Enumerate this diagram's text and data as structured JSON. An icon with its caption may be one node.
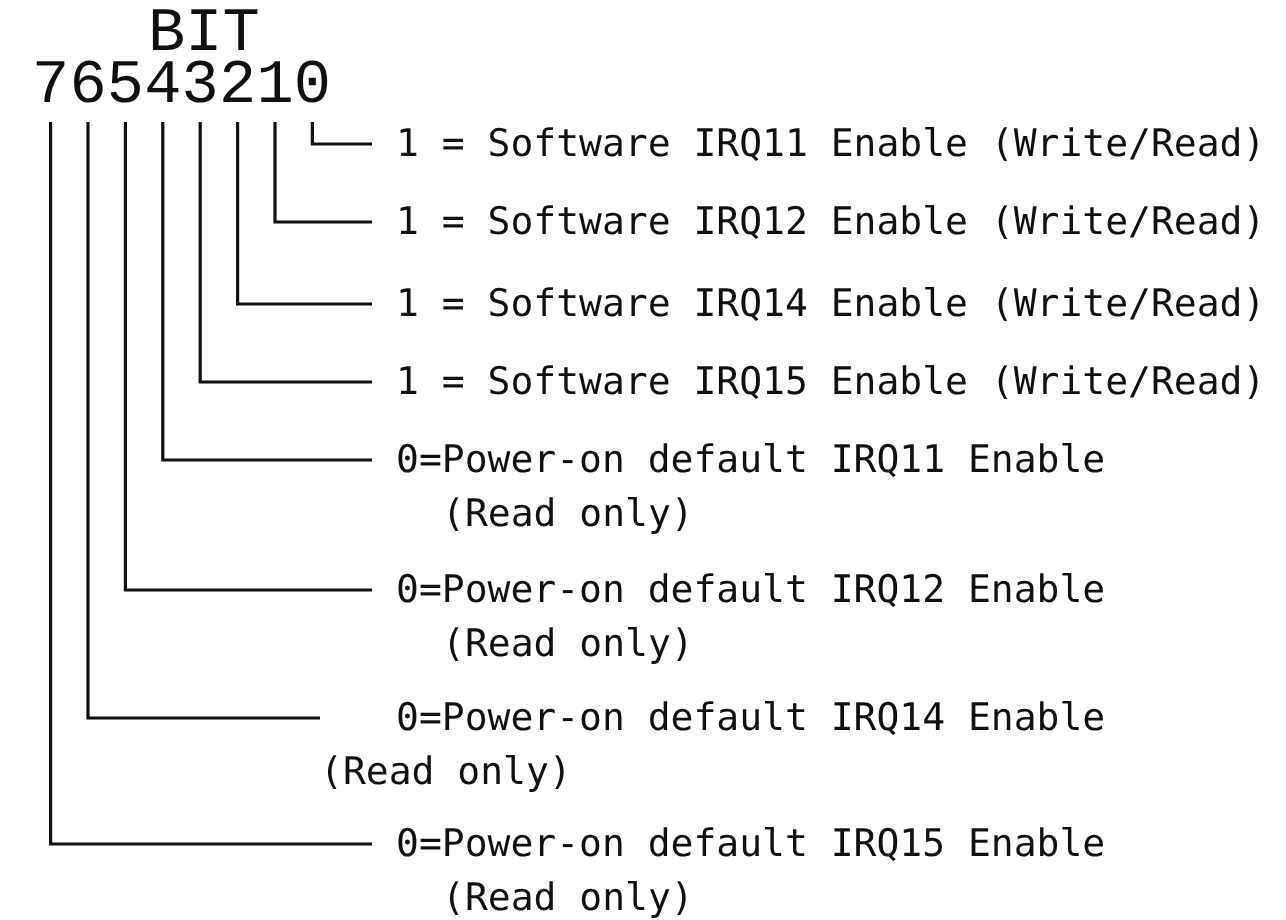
{
  "diagram": {
    "title": "BIT",
    "nodes": [
      {
        "text": [
          "7"
        ]
      },
      {
        "text": [
          "6"
        ]
      },
      {
        "text": [
          "5"
        ]
      },
      {
        "text": [
          "4"
        ]
      },
      {
        "text": [
          "3"
        ]
      },
      {
        "text": [
          "2"
        ]
      },
      {
        "text": [
          "1"
        ]
      },
      {
        "text": [
          "0"
        ]
      },
      {
        "text": [
          "1 = Software IRQ11 Enable (Write/Read)"
        ]
      },
      {
        "text": [
          "1 = Software IRQ12 Enable (Write/Read)"
        ]
      },
      {
        "text": [
          "1 = Software IRQ14 Enable (Write/Read)"
        ]
      },
      {
        "text": [
          "1 = Software IRQ15 Enable (Write/Read)"
        ]
      },
      {
        "text": [
          "0=Power-on default IRQ11 Enable (Read only)"
        ]
      },
      {
        "text": [
          "0=Power-on default IRQ12 Enable (Read only)"
        ]
      },
      {
        "text": [
          "0=Power-on default IRQ14 Enable (Read only)"
        ]
      },
      {
        "text": [
          "0=Power-on default IRQ15 Enable (Read only)"
        ]
      }
    ],
    "edges": [
      {
        "from": 7,
        "to": 8,
        "arrow": "none"
      },
      {
        "from": 6,
        "to": 9,
        "arrow": "none"
      },
      {
        "from": 5,
        "to": 10,
        "arrow": "none"
      },
      {
        "from": 4,
        "to": 11,
        "arrow": "none"
      },
      {
        "from": 3,
        "to": 12,
        "arrow": "none"
      },
      {
        "from": 2,
        "to": 13,
        "arrow": "none"
      },
      {
        "from": 1,
        "to": 14,
        "arrow": "none"
      },
      {
        "from": 0,
        "to": 15,
        "arrow": "none"
      }
    ]
  }
}
